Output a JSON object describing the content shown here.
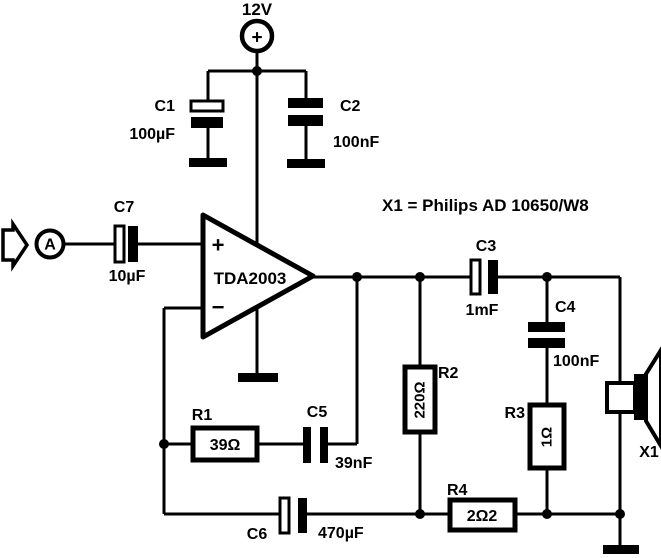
{
  "schematic": {
    "supply_label": "12V",
    "supply_plus": "+",
    "input_label": "A",
    "amp": {
      "name": "TDA2003",
      "plus": "+",
      "minus": "−"
    },
    "note": "X1 = Philips AD 10650/W8",
    "speaker_label": "X1",
    "parts": {
      "c1": {
        "ref": "C1",
        "value": "100µF"
      },
      "c2": {
        "ref": "C2",
        "value": "100nF"
      },
      "c3": {
        "ref": "C3",
        "value": "1mF"
      },
      "c4": {
        "ref": "C4",
        "value": "100nF"
      },
      "c5": {
        "ref": "C5",
        "value": "39nF"
      },
      "c6": {
        "ref": "C6",
        "value": "470µF"
      },
      "c7": {
        "ref": "C7",
        "value": "10µF"
      },
      "r1": {
        "ref": "R1",
        "value": "39Ω"
      },
      "r2": {
        "ref": "R2",
        "value": "220Ω"
      },
      "r3": {
        "ref": "R3",
        "value": "1Ω"
      },
      "r4": {
        "ref": "R4",
        "value": "2Ω2"
      }
    },
    "colors": {
      "wire": "#000000",
      "background": "#ffffff"
    }
  }
}
